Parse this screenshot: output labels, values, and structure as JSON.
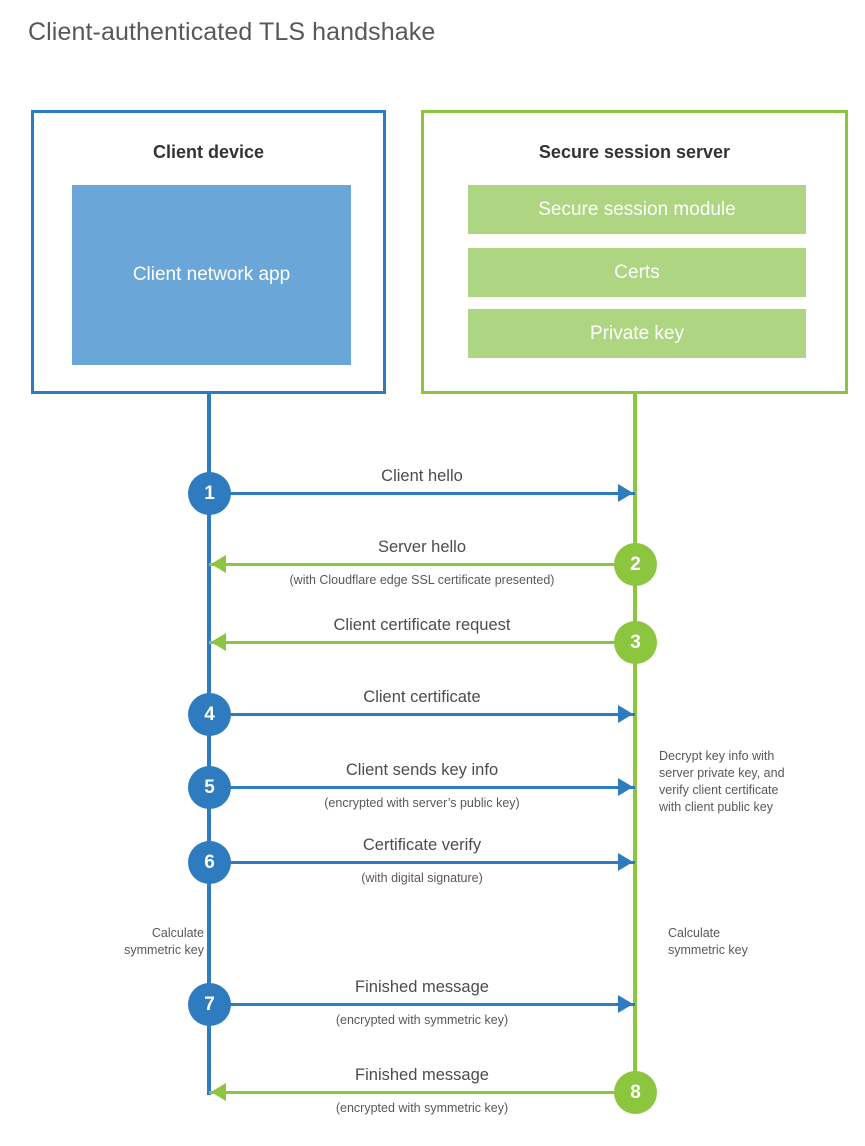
{
  "page": {
    "title": "Client-authenticated TLS handshake",
    "colors": {
      "client_blue": "#2e7cbf",
      "client_app_fill": "#6aa7d8",
      "server_green": "#8cc63e",
      "server_chip_fill": "#aed581",
      "text_gray": "#58585a"
    }
  },
  "client": {
    "box_title": "Client device",
    "app_label": "Client network\napp"
  },
  "server": {
    "box_title": "Secure session server",
    "chips": [
      {
        "label": "Secure session module"
      },
      {
        "label": "Certs"
      },
      {
        "label": "Private key"
      }
    ]
  },
  "steps": [
    {
      "number": "1",
      "label": "Client hello",
      "sublabel": "",
      "direction": "client-to-server",
      "color": "blue"
    },
    {
      "number": "2",
      "label": "Server hello",
      "sublabel": "(with Cloudflare edge SSL certificate presented)",
      "direction": "server-to-client",
      "color": "green"
    },
    {
      "number": "3",
      "label": "Client certificate request",
      "sublabel": "",
      "direction": "server-to-client",
      "color": "green"
    },
    {
      "number": "4",
      "label": "Client certificate",
      "sublabel": "",
      "direction": "client-to-server",
      "color": "blue"
    },
    {
      "number": "5",
      "label": "Client sends key info",
      "sublabel": "(encrypted with server’s public key)",
      "direction": "client-to-server",
      "color": "blue"
    },
    {
      "number": "6",
      "label": "Certificate verify",
      "sublabel": "(with digital signature)",
      "direction": "client-to-server",
      "color": "blue"
    },
    {
      "number": "7",
      "label": "Finished message",
      "sublabel": "(encrypted with symmetric key)",
      "direction": "client-to-server",
      "color": "blue"
    },
    {
      "number": "8",
      "label": "Finished message",
      "sublabel": "(encrypted with symmetric key)",
      "direction": "server-to-client",
      "color": "green"
    }
  ],
  "notes": {
    "decrypt": "Decrypt key info with\nserver private key, and\nverify client certificate\nwith client public key",
    "calculate_left": "Calculate\nsymmetric key",
    "calculate_right": "Calculate\nsymmetric key"
  }
}
